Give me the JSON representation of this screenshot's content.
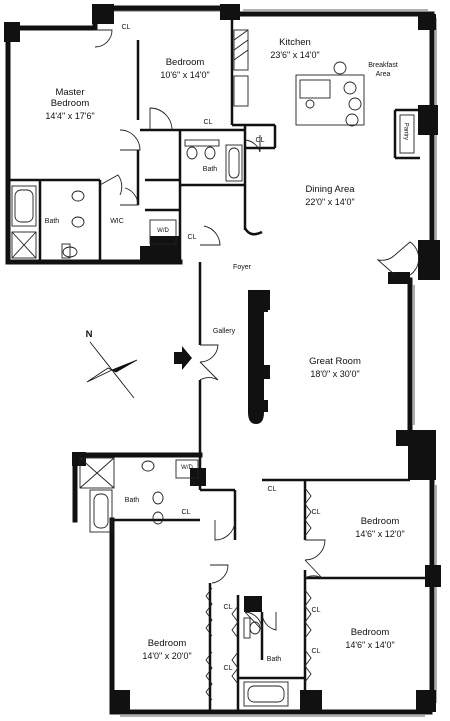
{
  "rooms": {
    "master_bedroom": {
      "name_line1": "Master",
      "name_line2": "Bedroom",
      "dims": "14'4\" x 17'6\""
    },
    "bedroom_top": {
      "name": "Bedroom",
      "dims": "10'6\" x 14'0\""
    },
    "kitchen": {
      "name": "Kitchen",
      "dims": "23'6\" x 14'0\""
    },
    "breakfast_area": {
      "line1": "Breakfast",
      "line2": "Area"
    },
    "pantry": {
      "name": "Pantry"
    },
    "dining_area": {
      "name": "Dining Area",
      "dims": "22'0\" x 14'0\""
    },
    "foyer": {
      "name": "Foyer"
    },
    "gallery": {
      "name": "Gallery"
    },
    "great_room": {
      "name": "Great Room",
      "dims": "18'0\" x 30'0\""
    },
    "bedroom_right_upper": {
      "name": "Bedroom",
      "dims": "14'6\" x 12'0\""
    },
    "bedroom_left_lower": {
      "name": "Bedroom",
      "dims": "14'0\" x 20'0\""
    },
    "bedroom_right_lower": {
      "name": "Bedroom",
      "dims": "14'6\" x 14'0\""
    }
  },
  "small_labels": {
    "bath": "Bath",
    "closet": "CL",
    "walk_in_closet": "WIC",
    "washer_dryer": "W/D"
  },
  "compass": {
    "label": "N"
  },
  "colors": {
    "wall": "#111111",
    "line": "#222222",
    "background": "#ffffff"
  }
}
